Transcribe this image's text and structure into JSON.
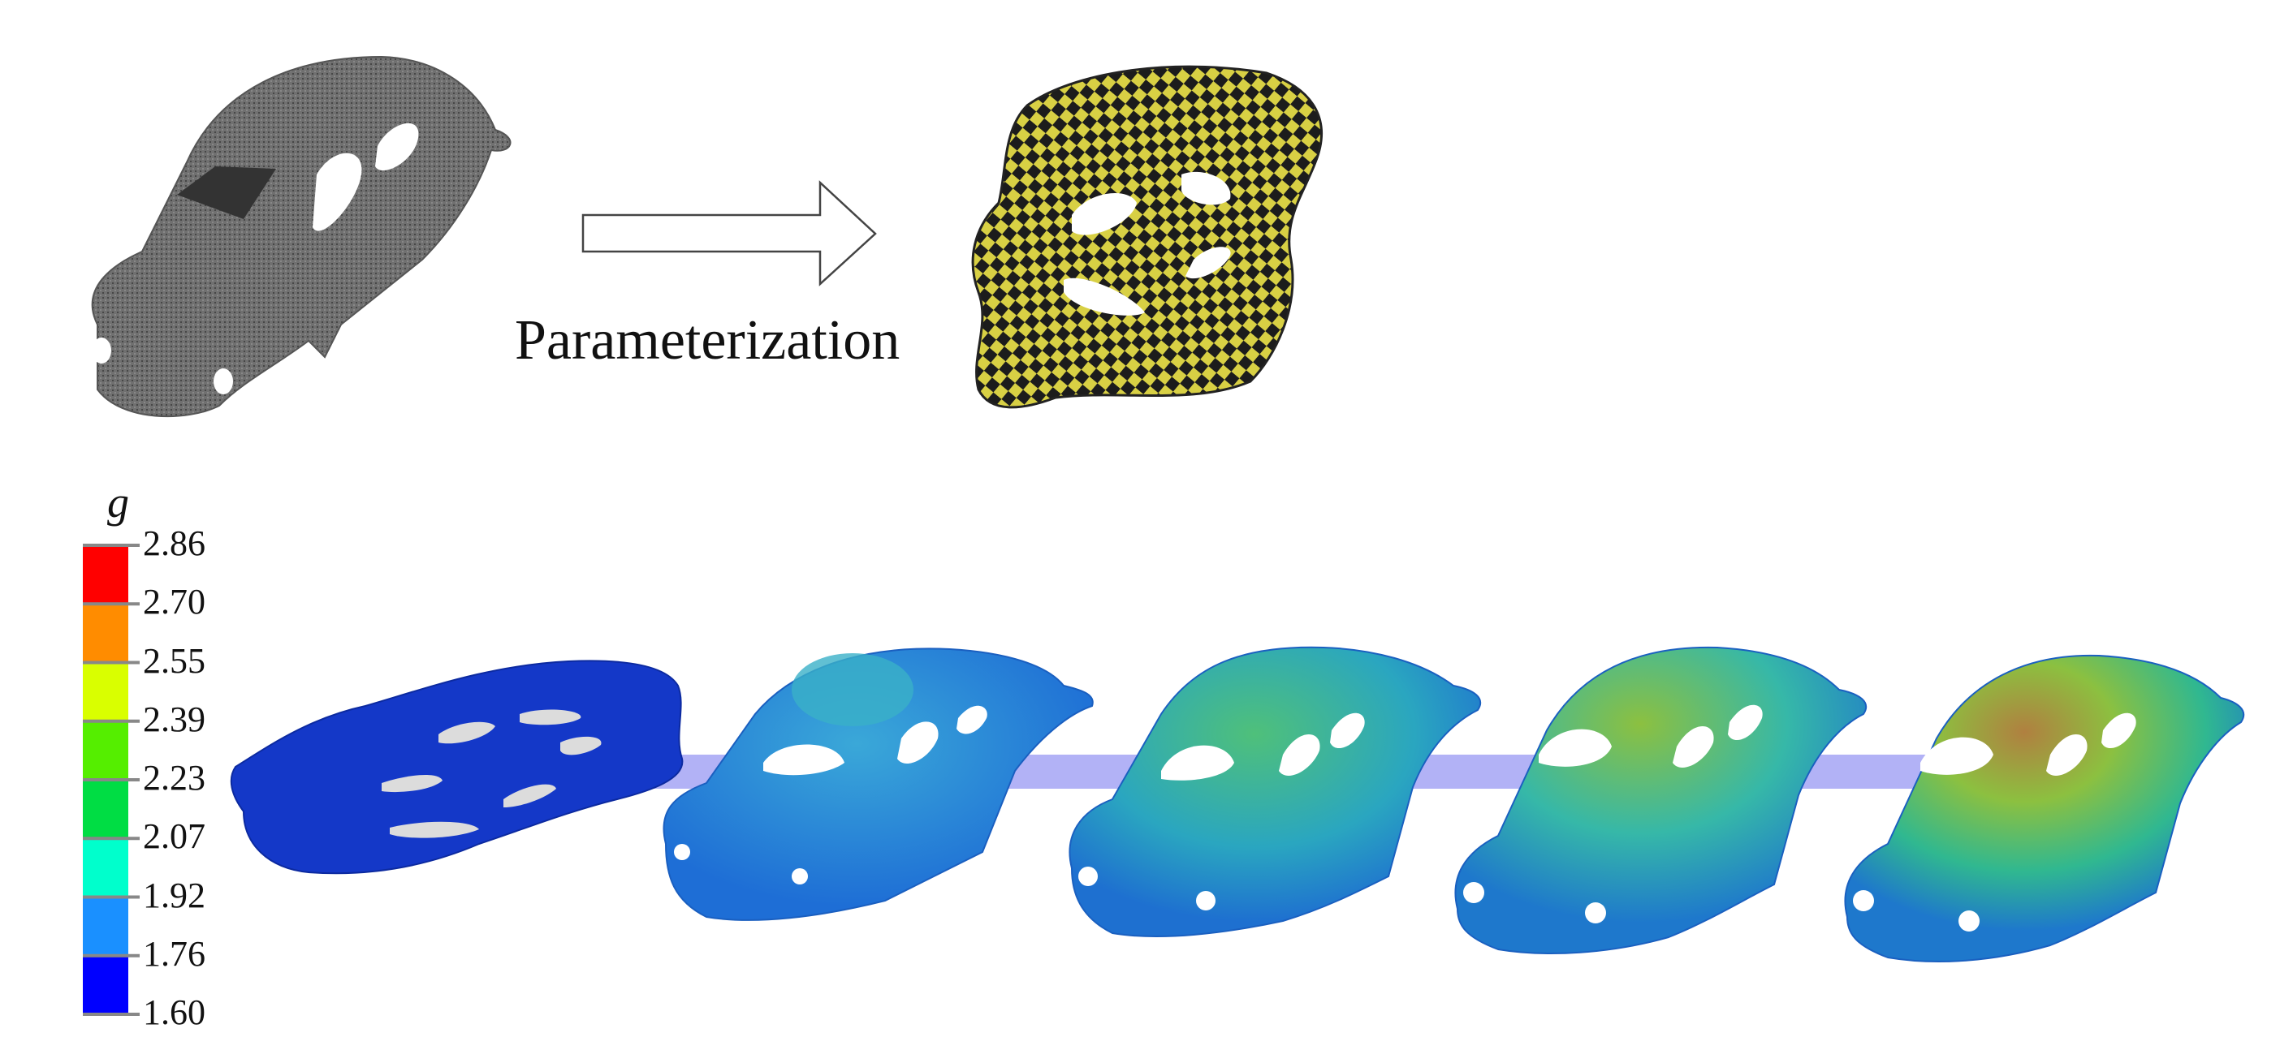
{
  "top_row": {
    "input_model": "point-cloud-car-body",
    "arrow_label": "Parameterization",
    "output_model": "checkerboard-parameterization"
  },
  "colorbar": {
    "variable": "g",
    "ticks": [
      "2.86",
      "2.70",
      "2.55",
      "2.39",
      "2.23",
      "2.07",
      "1.92",
      "1.76",
      "1.60"
    ],
    "colors": [
      "#ff0000",
      "#ff8c00",
      "#d9ff00",
      "#55ee00",
      "#00dd44",
      "#00ffcc",
      "#1a90ff",
      "#0000ff"
    ]
  },
  "sequence": {
    "stages": [
      {
        "name": "flat-parameter-domain"
      },
      {
        "name": "deformation-stage-1"
      },
      {
        "name": "deformation-stage-2"
      },
      {
        "name": "deformation-stage-3"
      },
      {
        "name": "deformation-stage-4"
      }
    ],
    "band_color": "#aaaaf5"
  }
}
